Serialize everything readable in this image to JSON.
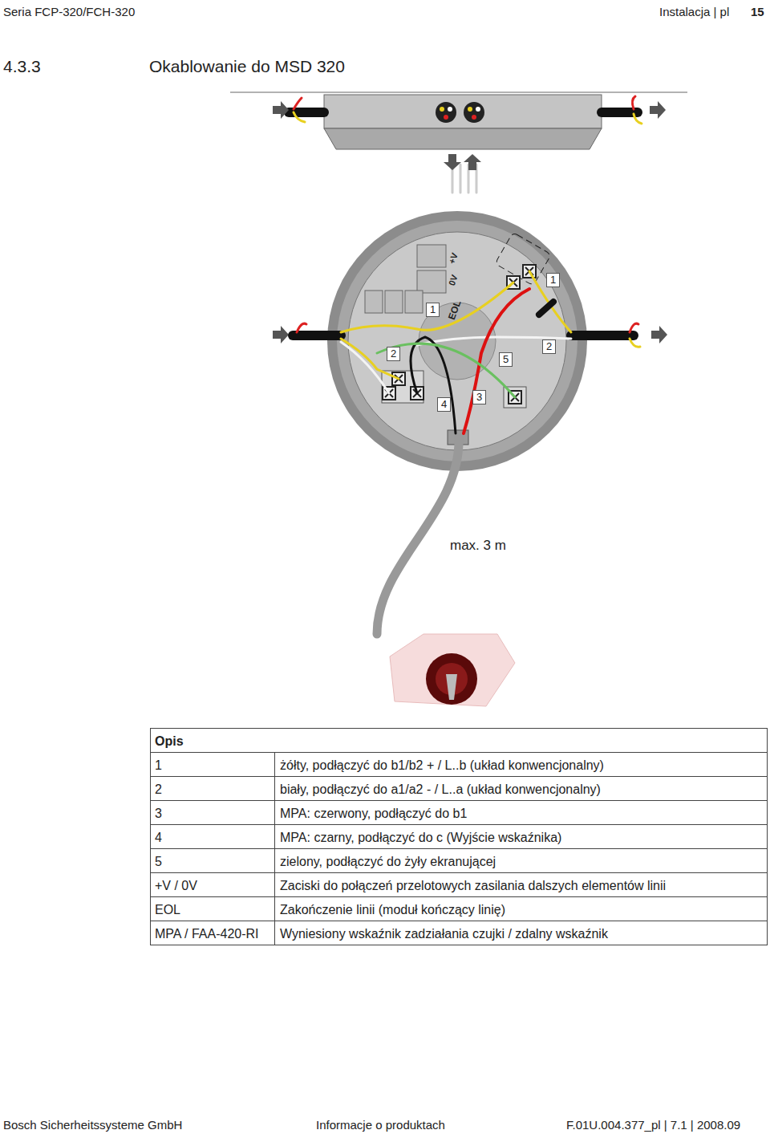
{
  "diagram": {
    "title": "Okablowanie do MSD 320",
    "labels": [
      "Seria FCP-320/FCH-320",
      "Instalacja | pl",
      "15",
      "4.3.3",
      "max. 3 m",
      "1",
      "1",
      "2",
      "2",
      "5",
      "4",
      "3",
      "EOL",
      "+V",
      "0V",
      "Opis",
      "1",
      "żółty, podłączyć do b1/b2 + / L..b (układ konwencjonalny)",
      "2",
      "biały, podłączyć do a1/a2 - / L..a (układ konwencjonalny)",
      "3",
      "MPA: czerwony, podłączyć do b1",
      "4",
      "MPA: czarny, podłączyć do c (Wyjście wskaźnika)",
      "5",
      "zielony, podłączyć do żyły ekranującej",
      "+V / 0V",
      "Zaciski do połączeń przelotowych zasilania dalszych elementów linii",
      "EOL",
      "Zakończenie linii (moduł kończący linię)",
      "MPA / FAA-420-RI",
      "Wyniesiony wskaźnik zadziałania czujki / zdalny wskaźnik",
      "Bosch Sicherheitssysteme GmbH",
      "Informacje o produktach",
      "F.01U.004.377_pl | 7.1 | 2008.09"
    ]
  }
}
